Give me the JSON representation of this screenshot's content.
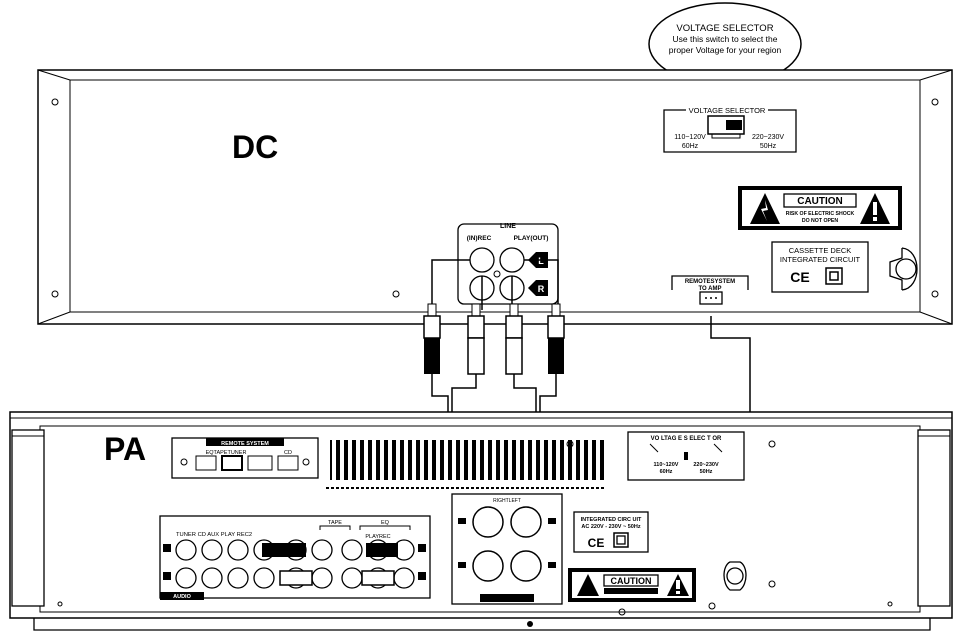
{
  "callout": {
    "title": "VOLTAGE SELECTOR",
    "line1": "Use this switch to select the",
    "line2": "proper Voltage for your region"
  },
  "dc": {
    "label": "DC",
    "voltage_selector": {
      "title": "VOLTAGE SELECTOR",
      "left_v": "110~120V",
      "left_hz": "60Hz",
      "right_v": "220~230V",
      "right_hz": "50Hz"
    },
    "caution": {
      "title": "CAUTION",
      "line1": "RISK OF ELECTRIC SHOCK",
      "line2": "DO NOT OPEN"
    },
    "info": {
      "line1": "CASSETTE DECK",
      "line2": "INTEGRATED CIRCUIT",
      "mark": "CE"
    },
    "line_jack": {
      "title": "LINE",
      "in_label": "(IN)REC",
      "out_label": "PLAY(OUT)",
      "l": "L",
      "r": "R"
    },
    "remote": {
      "line1": "REMOTESYSTEM",
      "line2": "TO AMP"
    }
  },
  "pa": {
    "label": "PA",
    "remote": {
      "title": "REMOTE SYSTEM",
      "sub1": "EQTAPETUNER",
      "sub2": "CD"
    },
    "voltage": {
      "title": "VO LTAG E  S ELEC T OR",
      "left_v": "110~120V",
      "left_hz": "60Hz",
      "right_v": "220~230V",
      "right_hz": "50Hz"
    },
    "inputs": {
      "row_label": "TUNER CD AUX PLAY REC2",
      "tape": "TAPE",
      "eq": "EQ",
      "playrec": "PLAYREC",
      "audio": "AUDIO"
    },
    "speakers": {
      "label": "RIGHTLEFT"
    },
    "info": {
      "line1": "INTEGRATED CIRC UIT",
      "line2": "AC 220V - 230V ~ 50Hz",
      "mark": "CE"
    },
    "caution": {
      "title": "CAUTION"
    }
  }
}
